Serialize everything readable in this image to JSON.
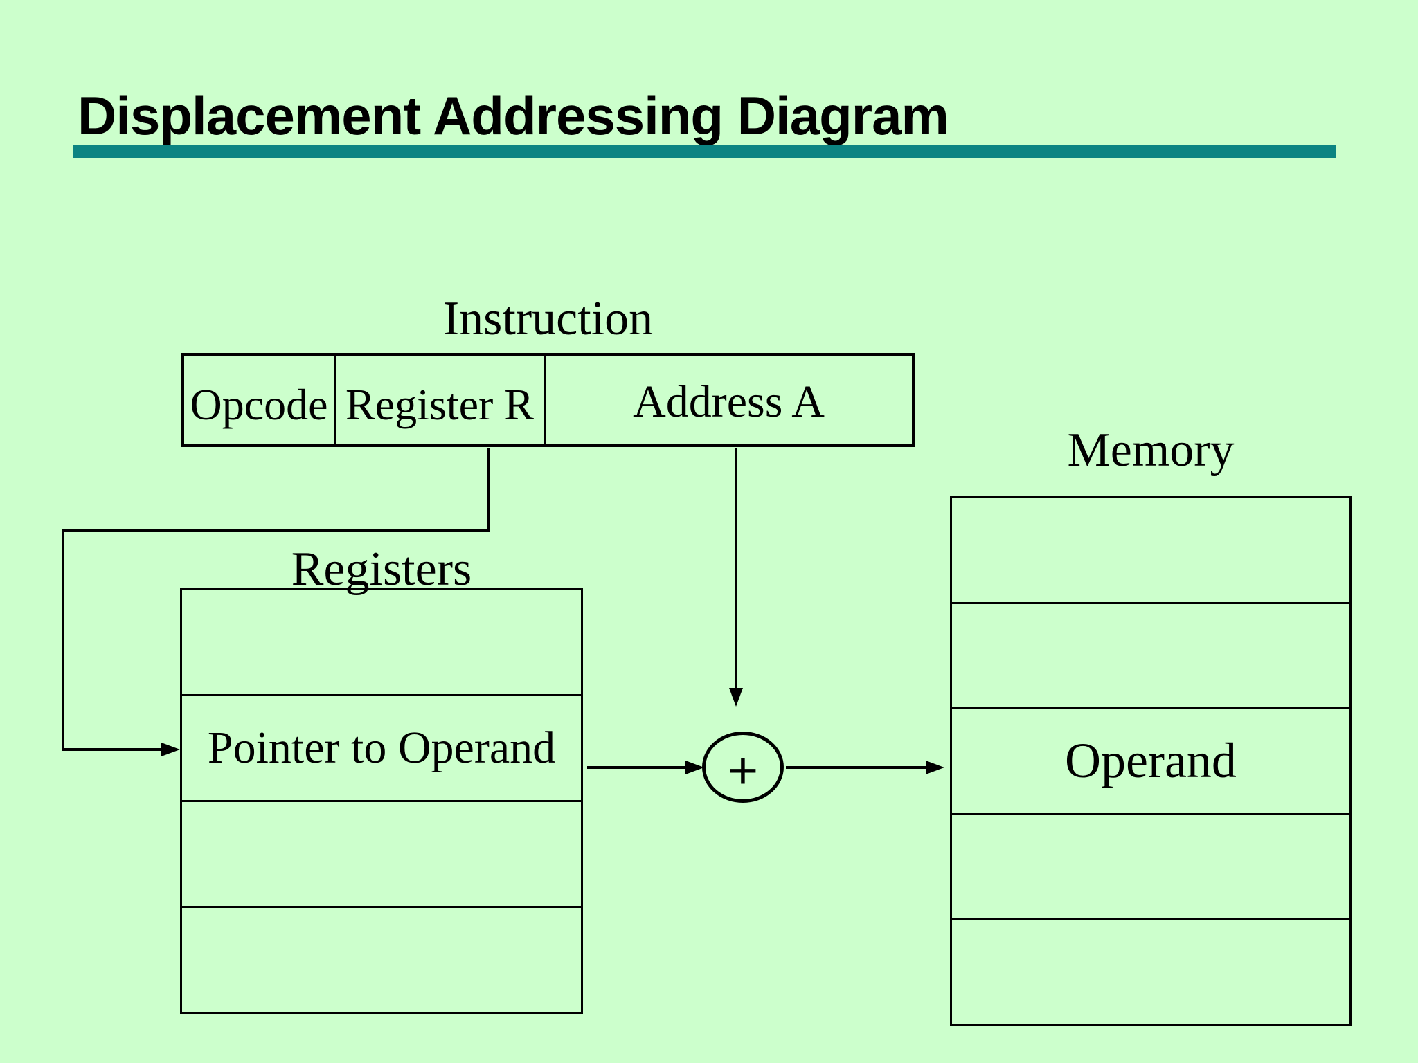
{
  "title": "Displacement Addressing Diagram",
  "colors": {
    "background": "#ccffcc",
    "accent_bar": "#0c8482",
    "ink": "#000000"
  },
  "diagram": {
    "instruction": {
      "label": "Instruction",
      "cells": [
        "Opcode",
        "Register R",
        "Address A"
      ]
    },
    "registers": {
      "label": "Registers",
      "rows": [
        "",
        "Pointer to Operand",
        "",
        ""
      ]
    },
    "memory": {
      "label": "Memory",
      "rows": [
        "",
        "",
        "Operand",
        "",
        ""
      ]
    },
    "adder": {
      "symbol": "+"
    }
  }
}
